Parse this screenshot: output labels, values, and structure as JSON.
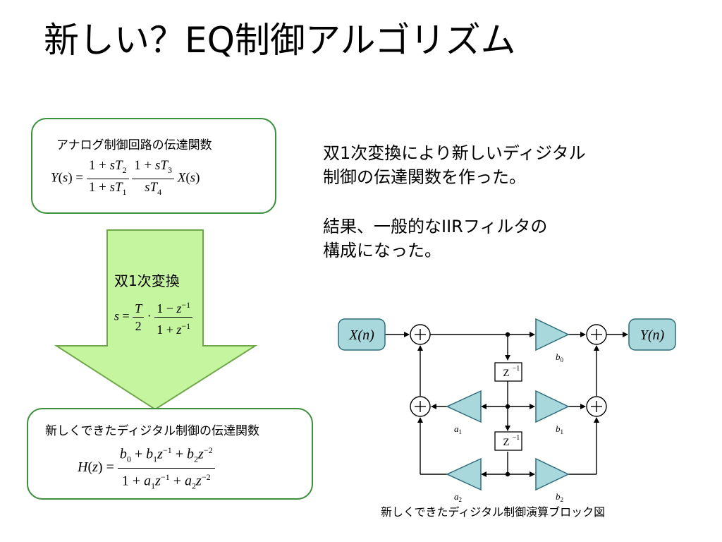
{
  "title": "新しい？EQ制御アルゴリズム",
  "analog_box": {
    "label": "アナログ制御回路の伝達関数"
  },
  "arrow": {
    "label": "双1次変換"
  },
  "digital_box": {
    "label": "新しくできたディジタル制御の伝達関数"
  },
  "description": {
    "line1": "双1次変換により新しいディジタル",
    "line2": "制御の伝達関数を作った。",
    "line3": "結果、一般的なIIRフィルタの",
    "line4": "構成になった。"
  },
  "block_diagram": {
    "input_label": "X(n)",
    "output_label": "Y(n)",
    "delay_label": "Z",
    "delay_exponent": "−1",
    "coefficients": [
      "b0",
      "b1",
      "b2",
      "a1",
      "a2"
    ],
    "caption": "新しくできたディジタル制御演算ブロック図"
  },
  "colors": {
    "box_border": "#3c8f3c",
    "arrow_fill": "#c6f5a0",
    "arrow_stroke": "#6fa84a",
    "block_fill": "#a8d8dc",
    "block_stroke": "#2e6e78"
  }
}
